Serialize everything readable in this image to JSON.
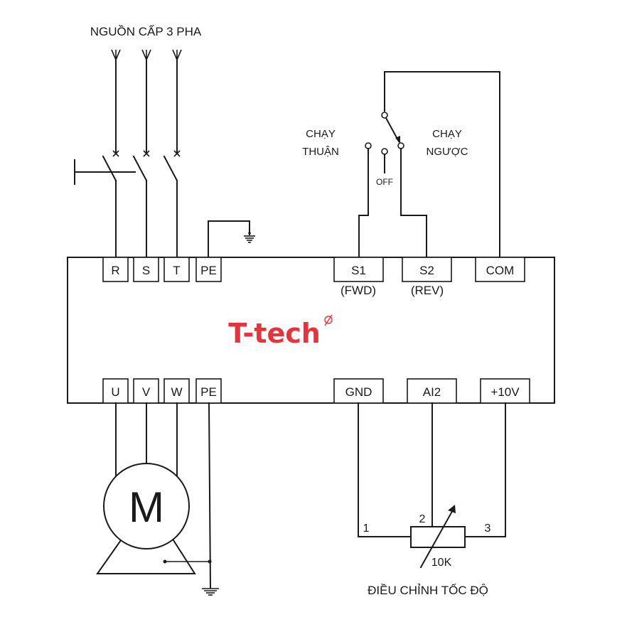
{
  "title": "NGUỒN CẤP 3 PHA",
  "brand": {
    "name": "T-tech",
    "color": "#e8323c"
  },
  "switch": {
    "forward_label_line1": "CHẠY",
    "forward_label_line2": "THUẬN",
    "reverse_label_line1": "CHẠY",
    "reverse_label_line2": "NGƯỢC",
    "off_label": "OFF"
  },
  "terminals_top": {
    "r": "R",
    "s": "S",
    "t": "T",
    "pe": "PE",
    "s1": "S1",
    "s1_sub": "(FWD)",
    "s2": "S2",
    "s2_sub": "(REV)",
    "com": "COM"
  },
  "terminals_bottom": {
    "u": "U",
    "v": "V",
    "w": "W",
    "pe": "PE",
    "gnd": "GND",
    "ai2": "AI2",
    "plus10v": "+10V"
  },
  "motor": {
    "label": "M"
  },
  "potentiometer": {
    "pin1": "1",
    "pin2": "2",
    "pin3": "3",
    "value": "10K",
    "caption": "ĐIỀU CHỈNH TỐC ĐỘ"
  }
}
